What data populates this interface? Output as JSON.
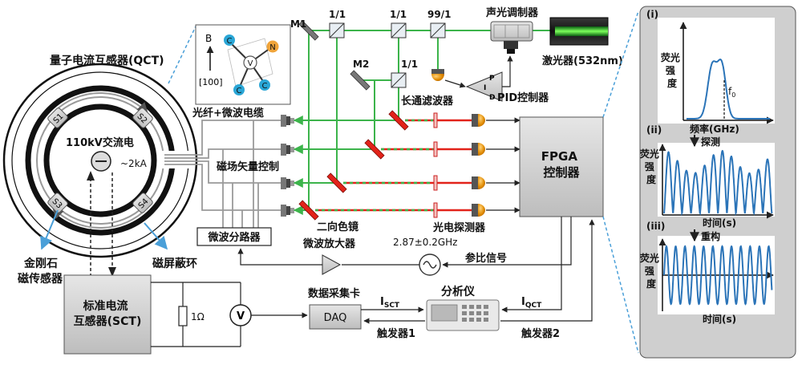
{
  "colors": {
    "green_beam": "#3cb44b",
    "red_beam": "#e2231a",
    "wire": "#9a9a9a",
    "dash_blue": "#4a9fd8",
    "panel_gray": "#cfcfcf",
    "curve_blue": "#2b74b8",
    "nv_cyan": "#2aa6d6",
    "nv_orange": "#f0a43a"
  },
  "labels": {
    "qct": "量子电流互感器(QCT)",
    "ac_line": "110kV交流电",
    "current": "~2kA",
    "fiber_cable": "光纤+微波电缆",
    "field_control": "磁场矢量控制",
    "mw_splitter": "微波分路器",
    "diamond_sensor": "金刚石\n磁传感器",
    "shield_ring": "磁屏蔽环",
    "sct": "标准电流\n互感器(SCT)",
    "resistor": "1Ω",
    "voltmeter": "V",
    "daq_title": "数据采集卡",
    "daq_box": "DAQ",
    "trigger1": "触发器1",
    "trigger2": "触发器2",
    "analyzer": "分析仪",
    "i_sct": "I",
    "i_sct_sub": "SCT",
    "i_qct": "I",
    "i_qct_sub": "QCT",
    "reference": "参比信号",
    "mw_amp": "微波放大器",
    "frequency": "2.87±0.2GHz",
    "dichroic": "二向色镜",
    "photodetector": "光电探测器",
    "longpass": "长通滤波器",
    "fpga": "FPGA\n控制器",
    "m1": "M1",
    "m2": "M2",
    "split1": "1/1",
    "split2": "1/1",
    "split3": "1/1",
    "split4": "99/1",
    "aom": "声光调制器",
    "laser": "激光器(532nm)",
    "pid": "PID控制器",
    "pid_letters": [
      "P",
      "I",
      "D"
    ],
    "nv_b": "B",
    "nv_dir": "[100]",
    "nv_c": "C",
    "nv_n": "N",
    "nv_v": "V",
    "sensors": [
      "S1",
      "S2",
      "S3",
      "S4"
    ]
  },
  "panel": {
    "panel_i": "(i)",
    "panel_ii": "(ii)",
    "panel_iii": "(iii)",
    "ylabel": "荧光\n强度",
    "xlabel_freq": "频率(GHz)",
    "xlabel_time1": "时间(s)",
    "xlabel_time2": "时间(s)",
    "f0": "f",
    "f0_sub": "0",
    "detect": "探测",
    "reconstruct": "重构"
  }
}
